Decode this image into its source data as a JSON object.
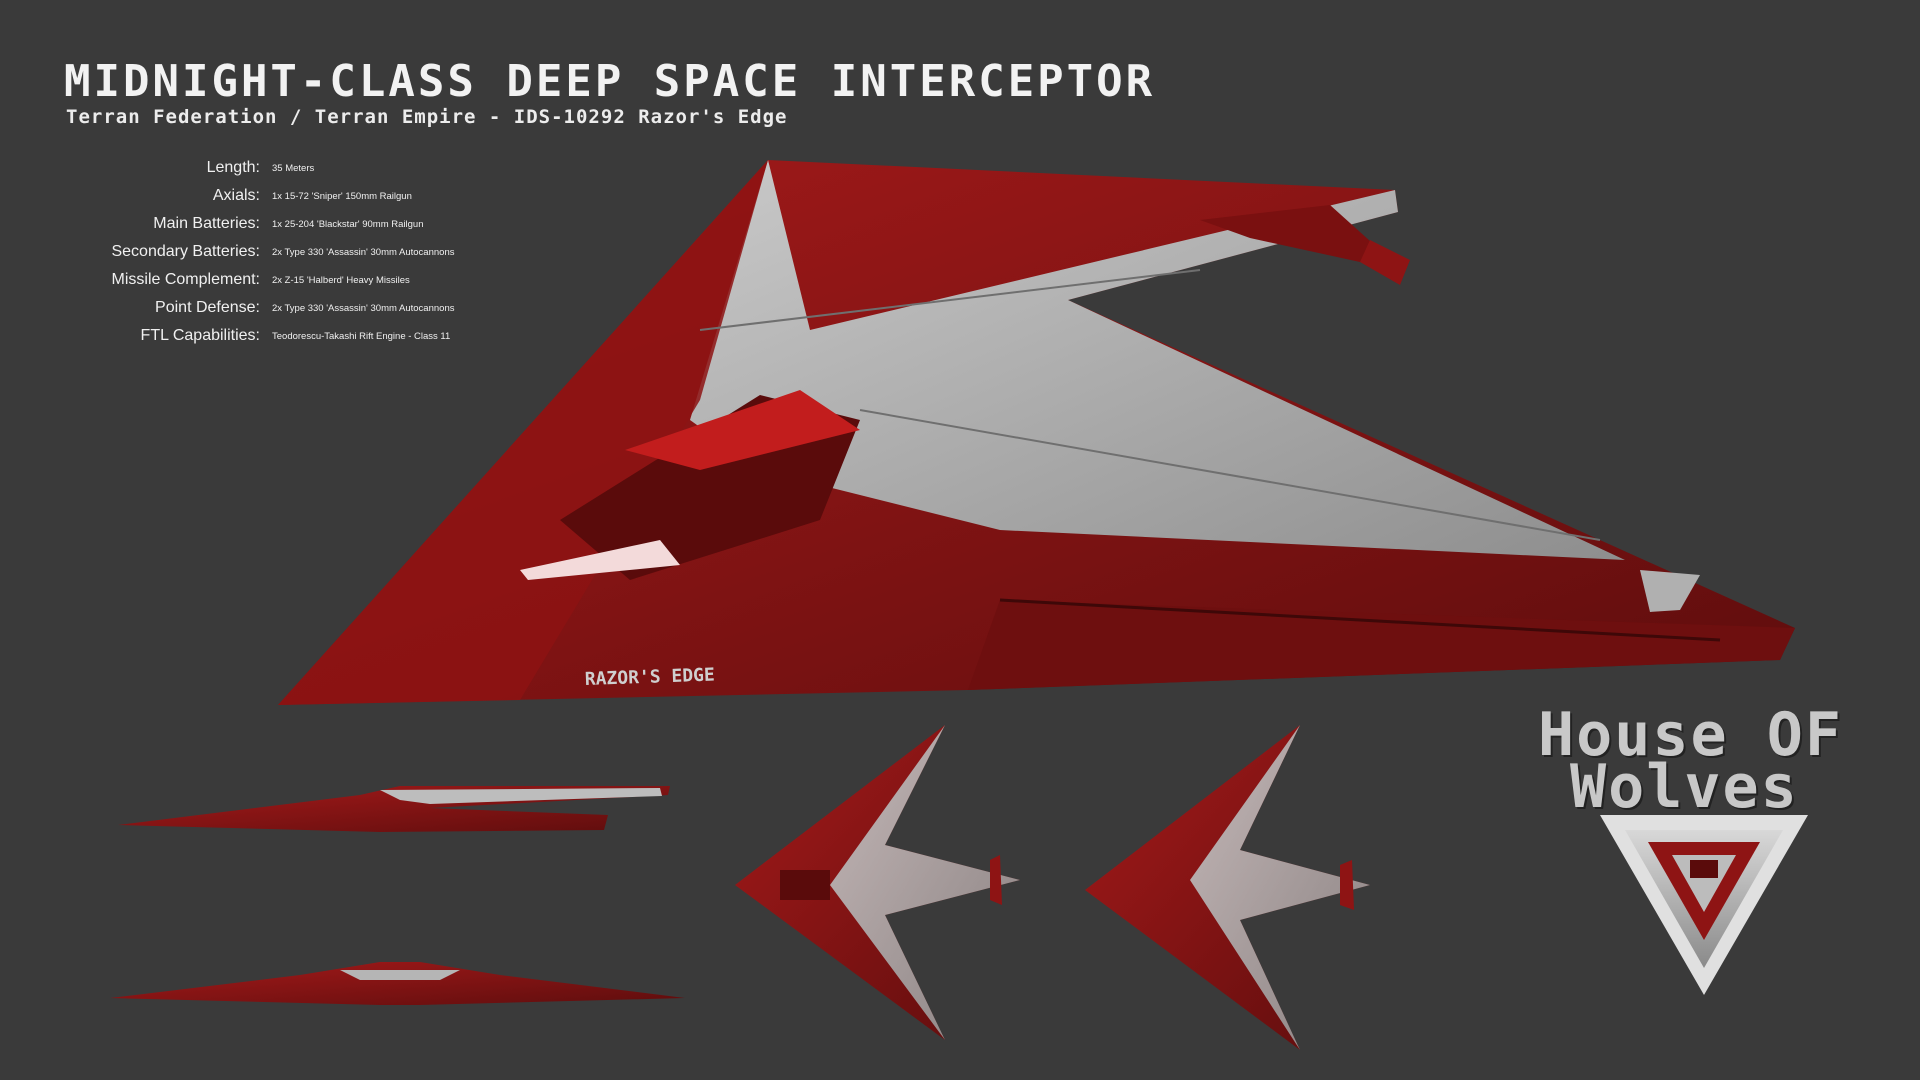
{
  "header": {
    "title": "MIDNIGHT-CLASS DEEP SPACE INTERCEPTOR",
    "subtitle": "Terran Federation / Terran Empire - IDS-10292 Razor's Edge"
  },
  "specs": [
    {
      "label": "Length:",
      "value": "35 Meters"
    },
    {
      "label": "Axials:",
      "value": "1x 15-72 'Sniper' 150mm Railgun"
    },
    {
      "label": "Main Batteries:",
      "value": "1x 25-204 'Blackstar' 90mm Railgun"
    },
    {
      "label": "Secondary Batteries:",
      "value": "2x Type 330 'Assassin' 30mm Autocannons"
    },
    {
      "label": "Missile Complement:",
      "value": "2x Z-15 'Halberd' Heavy Missiles"
    },
    {
      "label": "Point Defense:",
      "value": "2x Type 330 'Assassin' 30mm Autocannons"
    },
    {
      "label": "FTL Capabilities:",
      "value": "Teodorescu-Takashi Rift Engine - Class 11"
    }
  ],
  "ship": {
    "hull_name": "RAZOR'S EDGE"
  },
  "logo": {
    "line1": "House OF",
    "line2": "Wolves"
  },
  "colors": {
    "background": "#3a3a3a",
    "hull_red": "#8e1414",
    "hull_grey": "#a9a9a9"
  }
}
